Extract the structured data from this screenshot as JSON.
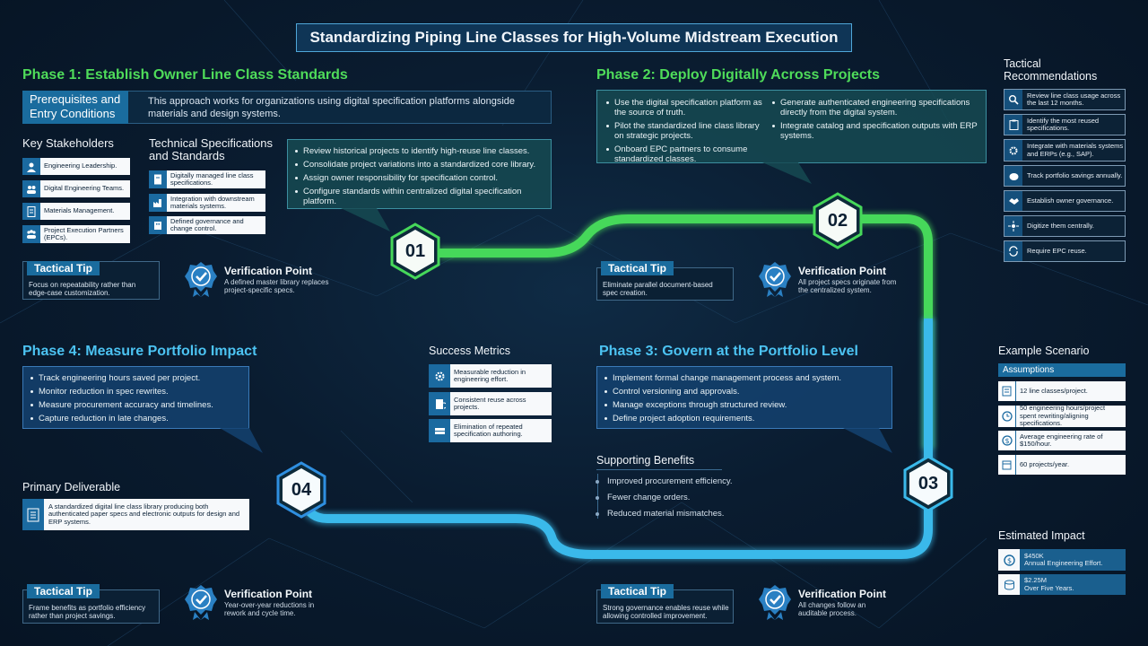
{
  "title": "Standardizing Piping Line Classes for High-Volume Midstream Execution",
  "colors": {
    "green": "#4fdc5a",
    "blue": "#4cc3f2",
    "accent": "#1a6c9e",
    "background": "#0a1c30"
  },
  "phase1": {
    "title": "Phase 1: Establish Owner Line Class Standards",
    "prereq_label": "Prerequisites and Entry Conditions",
    "prereq_text": "This approach works for organizations using digital specification platforms alongside materials and design systems.",
    "stakeholders_title": "Key Stakeholders",
    "stakeholders": [
      {
        "icon": "person-icon",
        "label": "Engineering Leadership."
      },
      {
        "icon": "team-icon",
        "label": "Digital Engineering Teams."
      },
      {
        "icon": "document-icon",
        "label": "Materials Management."
      },
      {
        "icon": "group-icon",
        "label": "Project Execution Partners (EPCs)."
      }
    ],
    "techspec_title": "Technical Specifications and Standards",
    "techspecs": [
      {
        "icon": "spec-sheet-icon",
        "label": "Digitally managed line class specifications."
      },
      {
        "icon": "factory-icon",
        "label": "Integration with downstream materials systems."
      },
      {
        "icon": "building-icon",
        "label": "Defined governance and change control."
      }
    ],
    "bullets": [
      "Review historical projects to identify high-reuse line classes.",
      "Consolidate project variations into a standardized core library.",
      "Assign owner responsibility for specification control.",
      "Configure standards within centralized digital specification platform."
    ],
    "tip_label": "Tactical Tip",
    "tip_text": "Focus on repeatability rather than edge-case customization.",
    "vp_title": "Verification Point",
    "vp_text": "A defined master library replaces project-specific specs."
  },
  "phase2": {
    "title": "Phase 2: Deploy Digitally Across Projects",
    "bullets_left": [
      "Use the digital specification platform as the source of truth.",
      "Pilot the standardized line class library on strategic projects.",
      "Onboard EPC partners to consume standardized classes."
    ],
    "bullets_right": [
      "Generate authenticated engineering specifications directly from the digital system.",
      "Integrate catalog and specification outputs with ERP systems."
    ],
    "tip_label": "Tactical Tip",
    "tip_text": "Eliminate parallel document-based spec creation.",
    "vp_title": "Verification Point",
    "vp_text": "All project specs originate from the centralized system."
  },
  "phase3": {
    "title": "Phase 3: Govern at the Portfolio Level",
    "bullets": [
      "Implement formal change management process and system.",
      "Control versioning and approvals.",
      "Manage exceptions through structured review.",
      "Define project adoption requirements."
    ],
    "benefits_title": "Supporting Benefits",
    "benefits": [
      "Improved procurement efficiency.",
      "Fewer change orders.",
      "Reduced material mismatches."
    ],
    "tip_label": "Tactical Tip",
    "tip_text": "Strong governance enables reuse while allowing controlled improvement.",
    "vp_title": "Verification Point",
    "vp_text": "All changes follow an auditable process."
  },
  "phase4": {
    "title": "Phase 4: Measure Portfolio Impact",
    "bullets": [
      "Track engineering hours saved per project.",
      "Monitor reduction in spec rewrites.",
      "Measure procurement accuracy and timelines.",
      "Capture reduction in late changes."
    ],
    "deliverable_title": "Primary Deliverable",
    "deliverable_text": "A standardized digital line class library producing both authenticated paper specs and electronic outputs for design and ERP systems.",
    "tip_label": "Tactical Tip",
    "tip_text": "Frame benefits as portfolio efficiency rather than project savings.",
    "vp_title": "Verification Point",
    "vp_text": "Year-over-year reductions in rework and cycle time."
  },
  "metrics": {
    "title": "Success Metrics",
    "items": [
      {
        "icon": "gear-chart-icon",
        "label": "Measurable reduction in engineering effort."
      },
      {
        "icon": "reuse-doc-icon",
        "label": "Consistent reuse across projects."
      },
      {
        "icon": "stack-icon",
        "label": "Elimination of repeated specification authoring."
      }
    ]
  },
  "nodes": [
    "01",
    "02",
    "03",
    "04"
  ],
  "recommendations": {
    "title": "Tactical Recommendations",
    "items": [
      {
        "icon": "magnifier-icon",
        "label": "Review line class usage across the last 12 months."
      },
      {
        "icon": "clipboard-icon",
        "label": "Identify the most reused specifications."
      },
      {
        "icon": "gears-icon",
        "label": "Integrate with materials systems and ERPs (e.g., SAP)."
      },
      {
        "icon": "piggy-bank-icon",
        "label": "Track portfolio savings annually."
      },
      {
        "icon": "handshake-icon",
        "label": "Establish owner governance."
      },
      {
        "icon": "network-icon",
        "label": "Digitize them centrally."
      },
      {
        "icon": "recycle-icon",
        "label": "Require EPC reuse."
      }
    ]
  },
  "scenario": {
    "title": "Example Scenario",
    "assumptions_label": "Assumptions",
    "items": [
      {
        "icon": "list-icon",
        "label": "12 line classes/project."
      },
      {
        "icon": "clock-icon",
        "label": "50 engineering hours/project spent rewriting/aligning specifications."
      },
      {
        "icon": "dollar-icon",
        "label": "Average engineering rate of $150/hour."
      },
      {
        "icon": "calendar-icon",
        "label": "60 projects/year."
      }
    ]
  },
  "impact": {
    "title": "Estimated Impact",
    "items": [
      {
        "icon": "money-icon",
        "value": "$450K",
        "label": "Annual Engineering Effort."
      },
      {
        "icon": "coins-icon",
        "value": "$2.25M",
        "label": "Over Five Years."
      }
    ]
  }
}
